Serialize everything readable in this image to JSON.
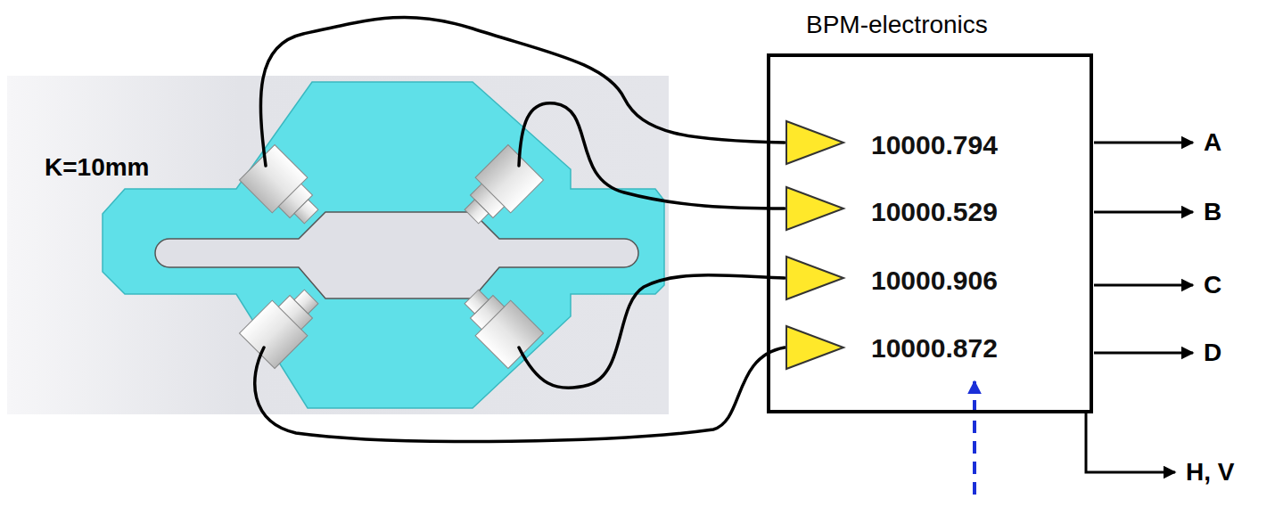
{
  "diagram": {
    "nodes": [
      {
        "text": [
          "BPM-electronics",
          "10000.794",
          "10000.529",
          "10000.906",
          "10000.872"
        ]
      }
    ],
    "labels": [
      "K=10mm",
      "A",
      "B",
      "C",
      "D",
      "H, V"
    ]
  }
}
